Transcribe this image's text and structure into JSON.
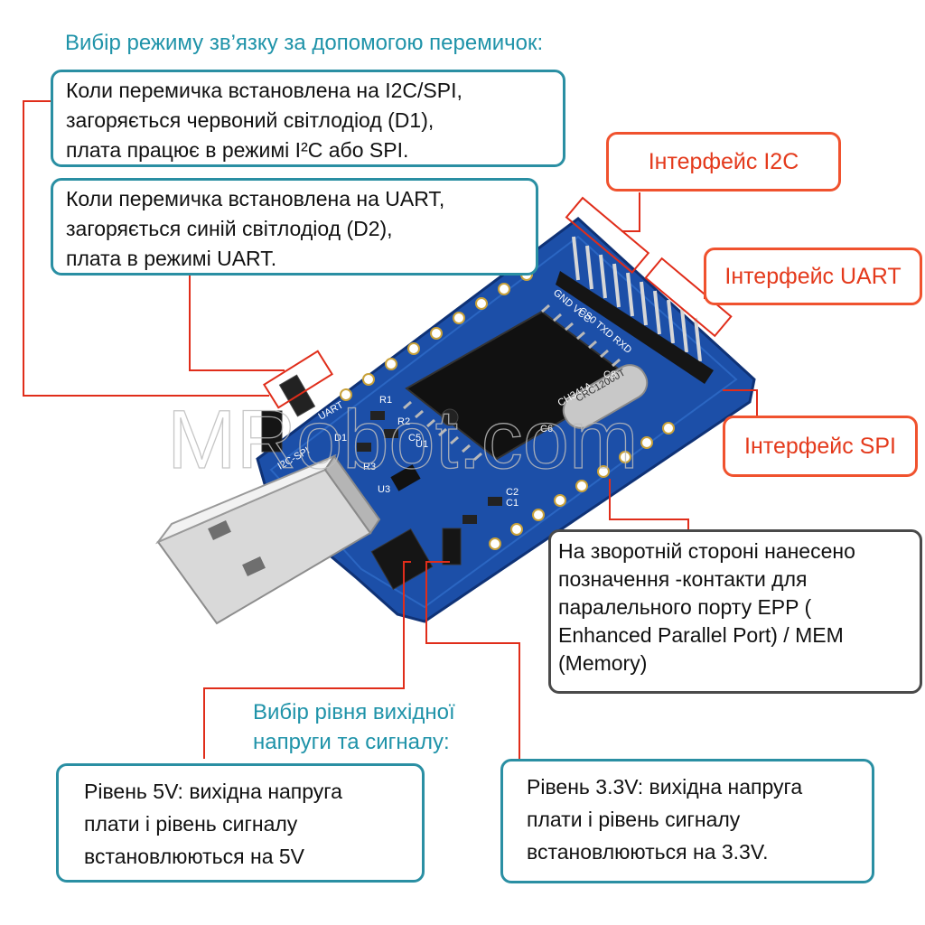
{
  "top_heading": "Вибір режиму зв’язку за допомогою перемичок:",
  "jumper_i2c_note": [
    "Коли перемичка встановлена на I2C/SPI,",
    "загоряється червоний світлодіод (D1),",
    "плата працює в режимі I²C або SPI."
  ],
  "jumper_uart_note": [
    "Коли перемичка встановлена на UART,",
    "загоряється синій світлодіод (D2),",
    "плата в режимі UART."
  ],
  "interfaces": {
    "i2c": "Інтерфейс  I2C",
    "uart": "Інтерфейс UART",
    "spi": "Інтерфейс SPI"
  },
  "back_side_note": [
    "На зворотній стороні нанесено",
    "позначення -контакти для",
    "паралельного порту EPP (",
    "Enhanced Parallel Port) / MEM",
    " (Memory)"
  ],
  "voltage_heading": [
    "Вибір рівня вихідної",
    "напруги та сигналу:"
  ],
  "level_5v": [
    "Рівень 5V: вихідна напруга",
    "плати і рівень сигналу",
    "встановлюються на 5V"
  ],
  "level_33v": [
    "Рівень 3.3V: вихідна напруга",
    " плати і рівень сигналу",
    "встановлюються на 3.3V."
  ],
  "board_labels": {
    "chip": "CH341A",
    "crystal": "CRC12000T",
    "jumper_mode_label": "I2C-SPI",
    "uart_label": "UART",
    "pin_header": "GND VCC",
    "pin_header_2": "CS0 TXD RXD",
    "r1": "R1",
    "r2": "R2",
    "r3": "R3",
    "c1": "C1",
    "c2": "C2",
    "c5": "C5",
    "c6": "C6",
    "c8": "C8",
    "u1": "U1",
    "u3": "U3",
    "d1": "D1"
  },
  "watermark": "MRobot.com",
  "colors": {
    "teal": "#2a8fa3",
    "orange": "#f0522e",
    "pcb": "#1c4fa8",
    "leader": "#e02d1a"
  }
}
